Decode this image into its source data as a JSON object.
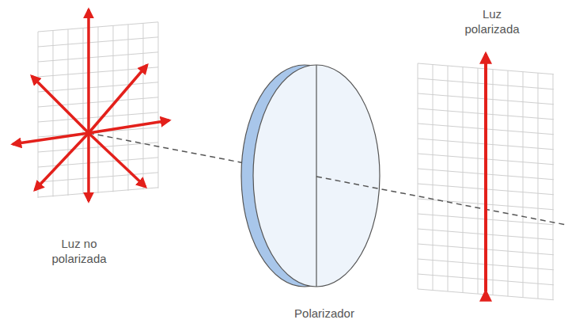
{
  "diagram": {
    "labels": [
      "Luz no polarizada",
      "Polarizador",
      "Luz polarizada"
    ]
  }
}
